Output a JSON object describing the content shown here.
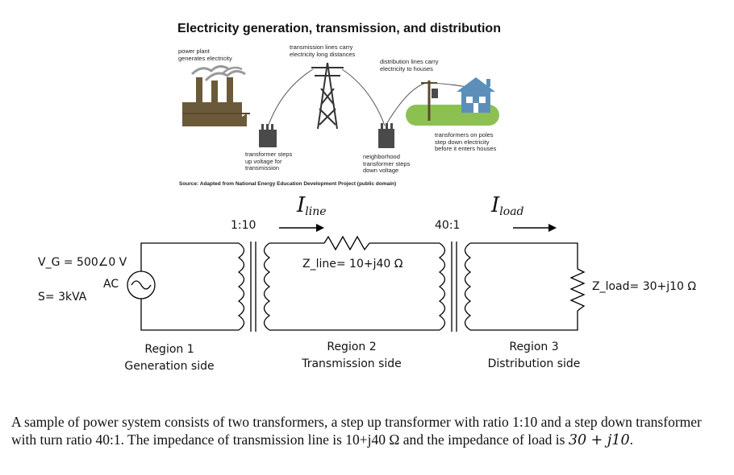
{
  "illustration": {
    "title": "Electricity generation, transmission, and distribution",
    "labels": {
      "power_plant_1": "power plant",
      "power_plant_2": "generates electricity",
      "transmission_lines_1": "transmission lines carry",
      "transmission_lines_2": "electricity long distances",
      "distribution_lines_1": "distribution lines carry",
      "distribution_lines_2": "electricity to houses",
      "step_up_1": "transformer steps",
      "step_up_2": "up voltage for",
      "step_up_3": "transmission",
      "neighborhood_1": "neighborhood",
      "neighborhood_2": "transformer steps",
      "neighborhood_3": "down voltage",
      "poles_1": "transformers on poles",
      "poles_2": "step down electricity",
      "poles_3": "before it enters houses"
    },
    "source": "Source: Adapted from National Energy Education Development Project (public domain)"
  },
  "circuit": {
    "source_voltage": "V_G = 500∠0  V",
    "source_power": "S= 3kVA",
    "ac_label": "AC",
    "ratio_step_up": "1:10",
    "ratio_step_down": "40:1",
    "current_line": {
      "symbol": "I",
      "subscript": "line"
    },
    "current_load": {
      "symbol": "I",
      "subscript": "load"
    },
    "z_line": "Z_line= 10+j40 Ω",
    "z_load": "Z_load= 30+j10 Ω",
    "regions": [
      {
        "name": "Region 1",
        "desc": "Generation side"
      },
      {
        "name": "Region 2",
        "desc": "Transmission side"
      },
      {
        "name": "Region 3",
        "desc": "Distribution side"
      }
    ]
  },
  "description": {
    "part1": "A sample of power system consists of two transformers, a step up transformer with ratio 1:10 and a step down transformer with turn ratio 40:1. The impedance of transmission line is 10+j40 Ω and the impedance of load is ",
    "load_math": "30 + j10",
    "end": "."
  },
  "colors": {
    "plant_brown": "#6b5a3a",
    "smoke_gray": "#9a9a9a",
    "grass_green": "#8cc152",
    "house_blue": "#5b8fb9",
    "wire": "#555555"
  }
}
